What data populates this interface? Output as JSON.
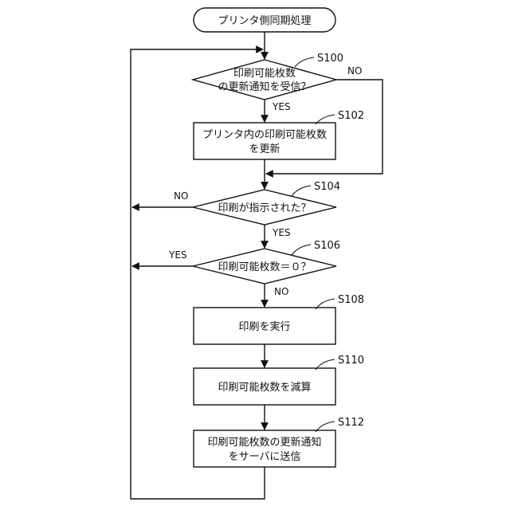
{
  "start": "プリンタ側同期処理",
  "steps": {
    "s100": {
      "id": "S100",
      "lines": [
        "印刷可能枚数",
        "の更新通知を受信？"
      ]
    },
    "s102": {
      "id": "S102",
      "lines": [
        "プリンタ内の印刷可能枚数",
        "を更新"
      ]
    },
    "s104": {
      "id": "S104",
      "lines": [
        "印刷が指示された？"
      ]
    },
    "s106": {
      "id": "S106",
      "lines": [
        "印刷可能枚数＝０？"
      ]
    },
    "s108": {
      "id": "S108",
      "lines": [
        "印刷を実行"
      ]
    },
    "s110": {
      "id": "S110",
      "lines": [
        "印刷可能枚数を減算"
      ]
    },
    "s112": {
      "id": "S112",
      "lines": [
        "印刷可能枚数の更新通知",
        "をサーバに送信"
      ]
    }
  },
  "branches": {
    "s100_yes": "YES",
    "s100_no": "NO",
    "s104_no": "NO",
    "s104_yes": "YES",
    "s106_yes": "YES",
    "s106_no": "NO"
  }
}
